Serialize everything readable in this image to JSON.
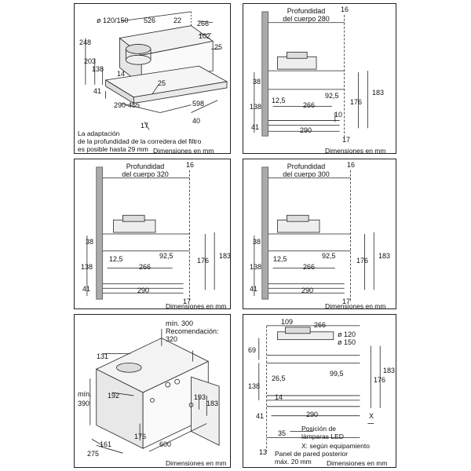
{
  "panels": {
    "p1": {
      "labels": {
        "d120": "ø 120/150",
        "d526": "526",
        "d22": "22",
        "d266": "266",
        "d248": "248",
        "d102": "102",
        "d25a": "25",
        "d203": "203",
        "d138": "138",
        "d14": "14",
        "d25b": "25",
        "d41": "41",
        "d290_455": "290-455",
        "d598": "598",
        "d40": "40",
        "d17": "17"
      },
      "note": [
        "La adaptación",
        "de la profundidad de la corredera del filtro",
        "es posible hasta 29 mm"
      ],
      "unit": "Dimensiones en mm"
    },
    "p2": {
      "title": [
        "Profundidad",
        "del cuerpo 280"
      ],
      "labels": {
        "d16": "16",
        "d38": "38",
        "d183": "183",
        "d92_5": "92,5",
        "d12_5": "12,5",
        "d176": "176",
        "d138": "138",
        "d266": "266",
        "d10": "10",
        "d41": "41",
        "d290": "290",
        "d17": "17"
      },
      "unit": "Dimensiones en mm"
    },
    "p3": {
      "title": [
        "Profundidad",
        "del cuerpo 320"
      ],
      "labels": {
        "d16": "16",
        "d38": "38",
        "d183": "183",
        "d92_5": "92,5",
        "d12_5": "12,5",
        "d176": "176",
        "d138": "138",
        "d266": "266",
        "d41": "41",
        "d290": "290",
        "d17": "17"
      },
      "unit": "Dimensiones en mm"
    },
    "p4": {
      "title": [
        "Profundidad",
        "del cuerpo 300"
      ],
      "labels": {
        "d16": "16",
        "d38": "38",
        "d183": "183",
        "d92_5": "92,5",
        "d12_5": "12,5",
        "d176": "176",
        "d138": "138",
        "d266": "266",
        "d41": "41",
        "d290": "290",
        "d17": "17"
      },
      "unit": "Dimensiones en mm"
    },
    "p5": {
      "labels": {
        "min300": "mín. 300",
        "recom": "Recomendación:",
        "d320": "320",
        "d131": "131",
        "min": "mín.",
        "d390": "390",
        "d192": "192",
        "d193": "193",
        "d183": "183",
        "d176": "176",
        "d161": "161",
        "d275": "275",
        "d600": "600"
      },
      "unit": "Dimensiones en mm"
    },
    "p6": {
      "labels": {
        "d109": "109",
        "d266": "266",
        "d120": "ø 120",
        "d150": "ø 150",
        "d69": "69",
        "d26_5": "26,5",
        "d99_5": "99,5",
        "d138": "138",
        "d14": "14",
        "d183": "183",
        "d176": "176",
        "d41": "41",
        "d290": "290",
        "x": "X",
        "d35": "35",
        "d13": "13"
      },
      "led": [
        "Posición de",
        "lámparas LED"
      ],
      "xnote": "X: según equipamiento",
      "wall": [
        "Panel de pared posterior",
        "máx. 20 mm"
      ],
      "unit": "Dimensiones en mm"
    }
  }
}
